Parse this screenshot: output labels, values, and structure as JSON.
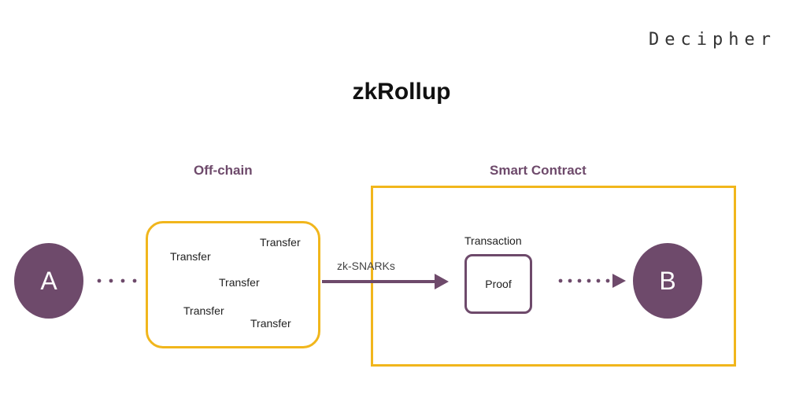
{
  "brand": {
    "logo_text": "Decipher"
  },
  "title": "zkRollup",
  "sections": {
    "offchain_label": "Off-chain",
    "contract_label": "Smart Contract"
  },
  "nodes": {
    "a": "A",
    "b": "B"
  },
  "transfers": [
    "Transfer",
    "Transfer",
    "Transfer",
    "Transfer",
    "Transfer"
  ],
  "edge_label": "zk-SNARKs",
  "transaction_label": "Transaction",
  "proof_label": "Proof",
  "colors": {
    "accent_yellow": "#f1b61c",
    "node_purple": "#6e4a6b",
    "arrow_purple": "#6e4a6b"
  }
}
